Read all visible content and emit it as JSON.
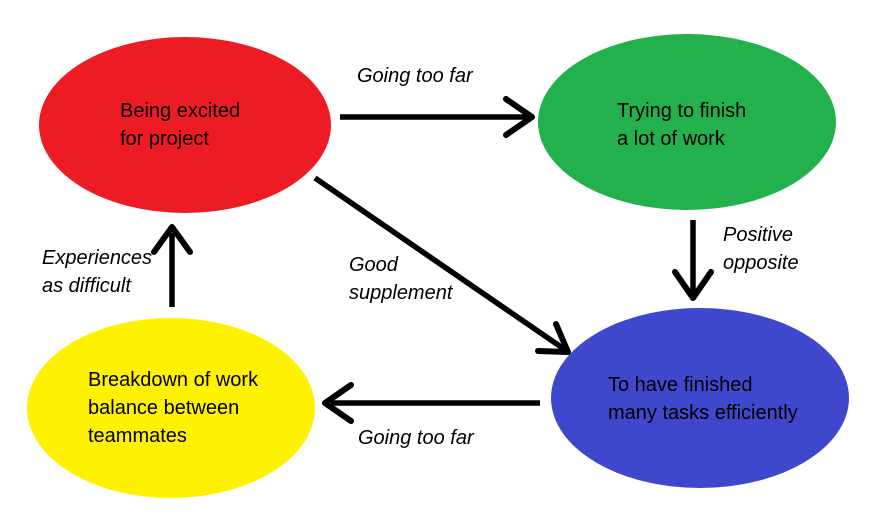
{
  "colors": {
    "red": "#ED1C24",
    "green": "#22B14C",
    "blue": "#3F48CC",
    "yellow": "#FFF200",
    "arrow": "#000000",
    "text": "#000000",
    "background": "#FFFFFF"
  },
  "nodes": {
    "excited": {
      "lines": [
        "Being excited",
        "for project"
      ],
      "color": "red"
    },
    "trying": {
      "lines": [
        "Trying to finish",
        "a lot of work"
      ],
      "color": "green"
    },
    "finished": {
      "lines": [
        "To have finished",
        "many tasks efficiently"
      ],
      "color": "blue"
    },
    "breakdown": {
      "lines": [
        "Breakdown of work",
        "balance between",
        "teammates"
      ],
      "color": "yellow"
    }
  },
  "edges": {
    "excited_to_trying": {
      "label_lines": [
        "Going too far"
      ]
    },
    "trying_to_finished": {
      "label_lines": [
        "Positive",
        "opposite"
      ]
    },
    "excited_to_finished": {
      "label_lines": [
        "Good",
        "supplement"
      ]
    },
    "finished_to_breakdown": {
      "label_lines": [
        "Going too far"
      ]
    },
    "breakdown_to_excited": {
      "label_lines": [
        "Experiences",
        "as difficult"
      ]
    }
  }
}
